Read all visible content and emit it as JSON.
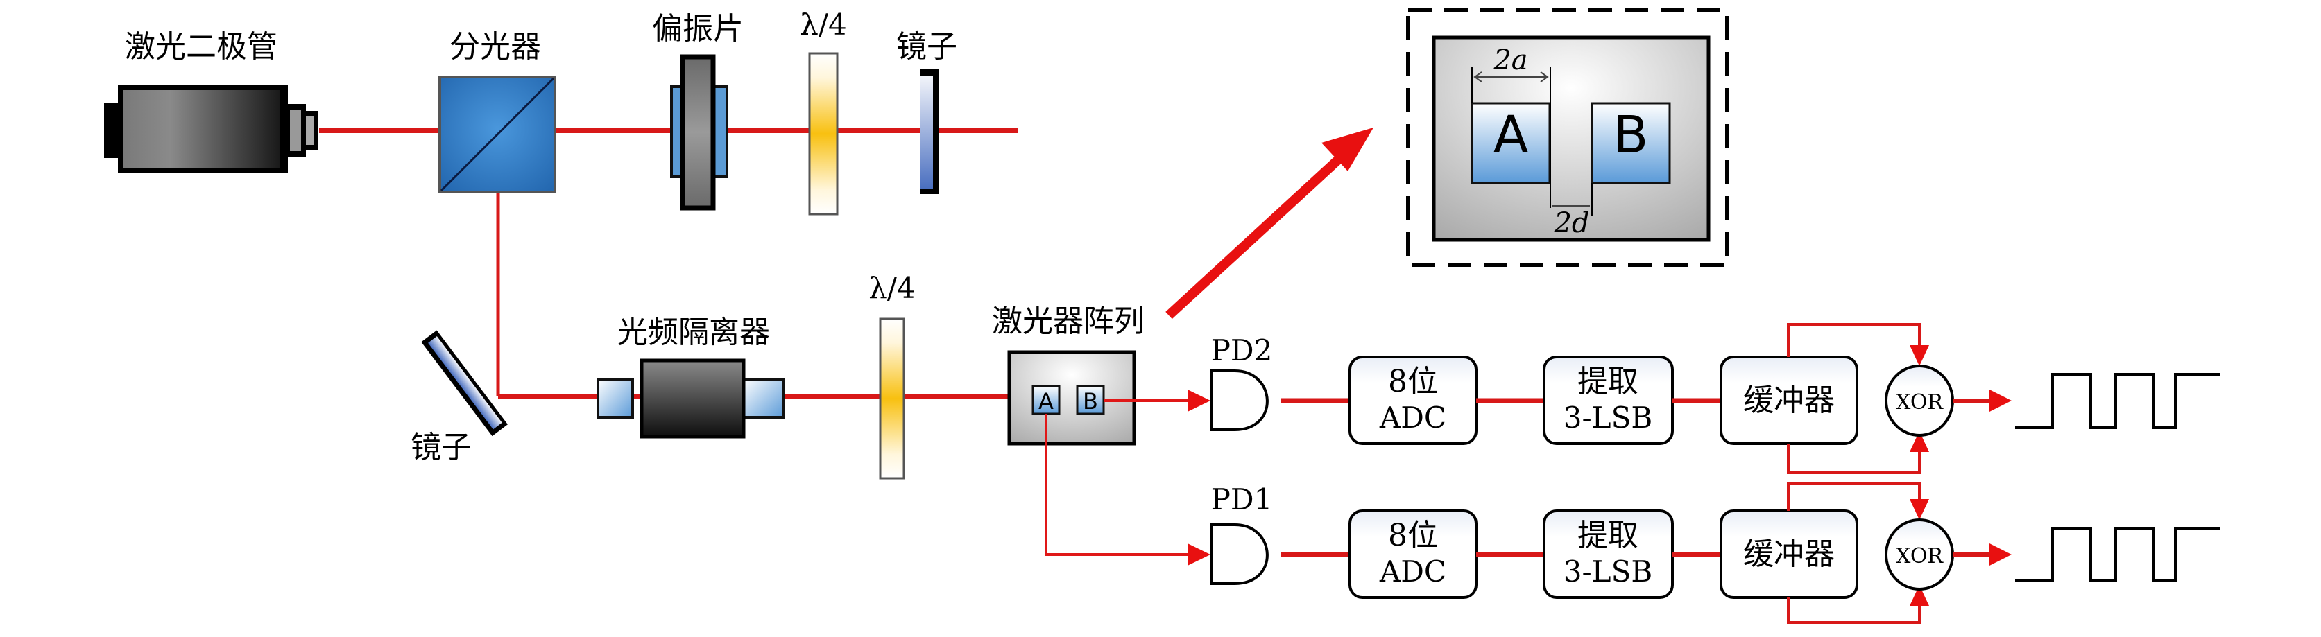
{
  "figure": {
    "components": {
      "laser_diode": {
        "label": "激光二极管"
      },
      "beam_splitter": {
        "label": "分光器"
      },
      "polarizer": {
        "label": "偏振片"
      },
      "quarter_wave_top": {
        "label": "λ/4"
      },
      "mirror_top": {
        "label": "镜子"
      },
      "mirror_bottom": {
        "label": "镜子"
      },
      "optical_isolator": {
        "label": "光频隔离器"
      },
      "quarter_wave_bottom": {
        "label": "λ/4"
      },
      "laser_array": {
        "label": "激光器阵列",
        "pixel_a": "A",
        "pixel_b": "B"
      }
    },
    "inset": {
      "pixel_a": "A",
      "pixel_b": "B",
      "width_label": "2a",
      "gap_label": "2d"
    },
    "channels": [
      {
        "detector": "PD2",
        "adc_line1": "8位",
        "adc_line2": "ADC",
        "extract_line1": "提取",
        "extract_line2": "3-LSB",
        "buffer": "缓冲器",
        "xor": "XOR"
      },
      {
        "detector": "PD1",
        "adc_line1": "8位",
        "adc_line2": "ADC",
        "extract_line1": "提取",
        "extract_line2": "3-LSB",
        "buffer": "缓冲器",
        "xor": "XOR"
      }
    ],
    "colors": {
      "beam": "#e01818",
      "splitter": "#2f7fc8",
      "waveplate": "#f6c21a",
      "mirror": "#4a70c0",
      "pixel": "#5a9ad8"
    }
  }
}
